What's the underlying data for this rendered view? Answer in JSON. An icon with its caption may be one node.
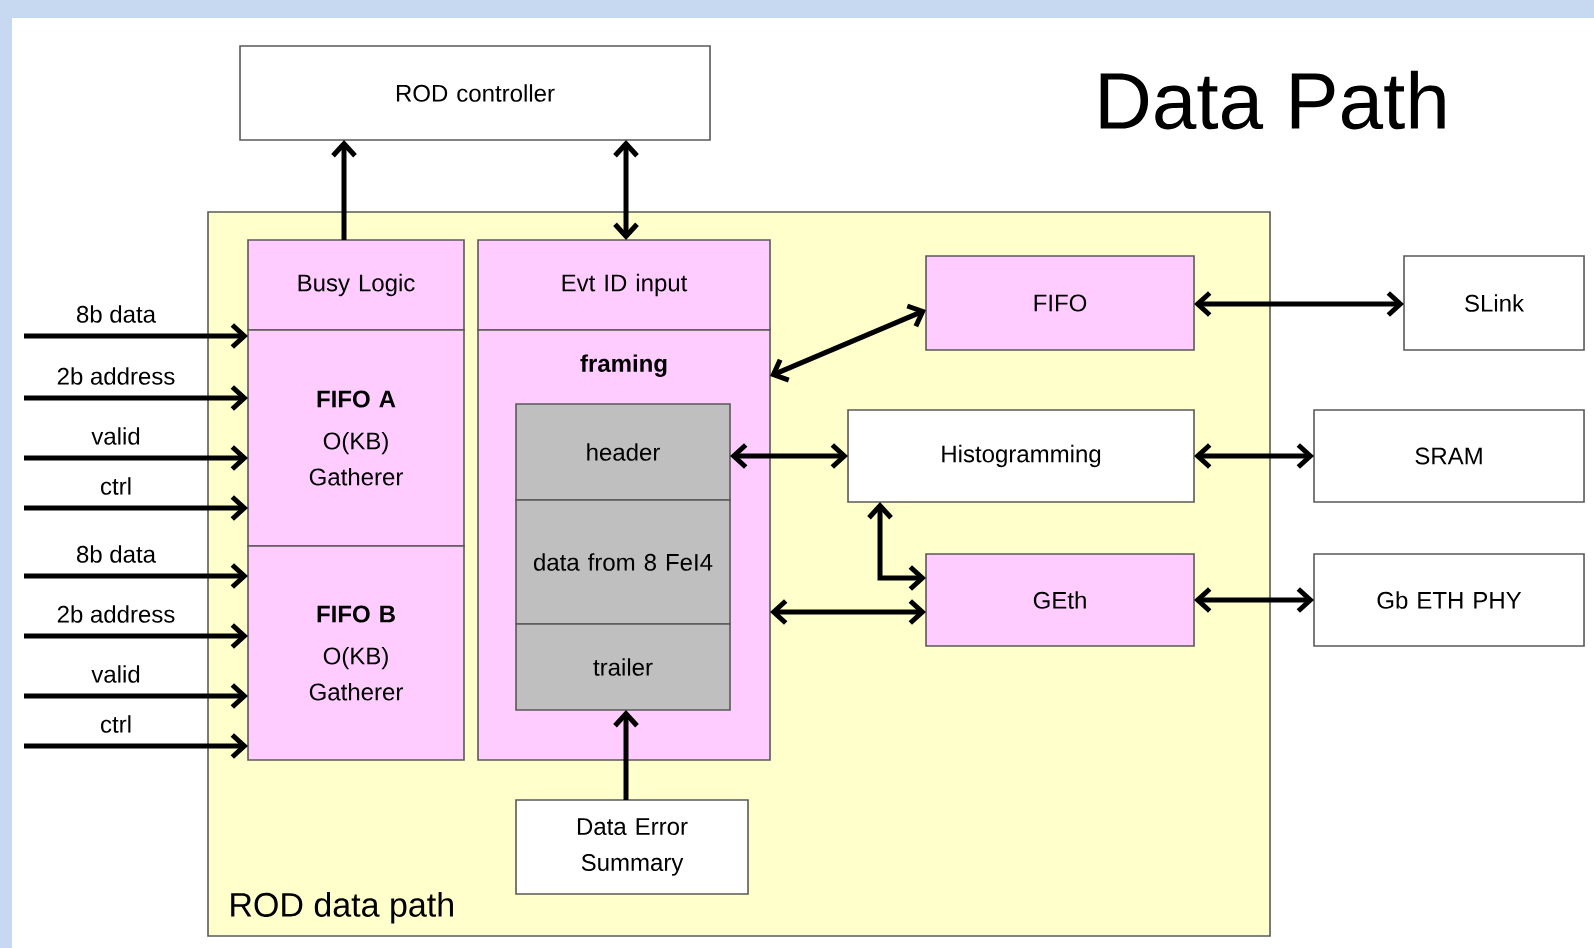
{
  "diagram": {
    "title": "Data Path",
    "nodes": [
      {
        "text": [
          "ROD controller"
        ]
      },
      {
        "text": [
          "ROD data path"
        ]
      },
      {
        "text": [
          "Busy Logic"
        ],
        "in": 1
      },
      {
        "text": [
          "FIFO A",
          "O(KB) Gatherer"
        ],
        "in": 1
      },
      {
        "text": [
          "FIFO B",
          "O(KB) Gatherer"
        ],
        "in": 1
      },
      {
        "text": [
          "Evt ID input"
        ],
        "in": 1
      },
      {
        "text": [
          "framing"
        ],
        "in": 1
      },
      {
        "text": [
          "header"
        ],
        "in": 6
      },
      {
        "text": [
          "data from 8 FeI4"
        ],
        "in": 6
      },
      {
        "text": [
          "trailer"
        ],
        "in": 6
      },
      {
        "text": [
          "Data Error Summary"
        ],
        "in": 1
      },
      {
        "text": [
          "FIFO"
        ],
        "in": 1
      },
      {
        "text": [
          "Histogramming"
        ],
        "in": 1
      },
      {
        "text": [
          "GEth"
        ],
        "in": 1
      },
      {
        "text": [
          "SLink"
        ]
      },
      {
        "text": [
          "SRAM"
        ]
      },
      {
        "text": [
          "Gb ETH PHY"
        ]
      }
    ],
    "edges": [
      {
        "from": 2,
        "to": 0,
        "arrow": "to"
      },
      {
        "from": 5,
        "to": 0,
        "arrow": "both"
      },
      {
        "from": 6,
        "to": 11,
        "arrow": "both"
      },
      {
        "from": 11,
        "to": 14,
        "arrow": "both"
      },
      {
        "from": 7,
        "to": 12,
        "arrow": "both"
      },
      {
        "from": 12,
        "to": 15,
        "arrow": "both"
      },
      {
        "from": 12,
        "to": 13,
        "arrow": "both"
      },
      {
        "from": 6,
        "to": 13,
        "arrow": "both"
      },
      {
        "from": 13,
        "to": 16,
        "arrow": "both"
      },
      {
        "from": 10,
        "to": 9,
        "arrow": "to"
      },
      {
        "from": null,
        "to": 3,
        "arrow": "to",
        "label": "8b data"
      },
      {
        "from": null,
        "to": 3,
        "arrow": "to",
        "label": "2b address"
      },
      {
        "from": null,
        "to": 3,
        "arrow": "to",
        "label": "valid"
      },
      {
        "from": null,
        "to": 3,
        "arrow": "to",
        "label": "ctrl"
      },
      {
        "from": null,
        "to": 4,
        "arrow": "to",
        "label": "8b data"
      },
      {
        "from": null,
        "to": 4,
        "arrow": "to",
        "label": "2b address"
      },
      {
        "from": null,
        "to": 4,
        "arrow": "to",
        "label": "valid"
      },
      {
        "from": null,
        "to": 4,
        "arrow": "to",
        "label": "ctrl"
      }
    ]
  }
}
